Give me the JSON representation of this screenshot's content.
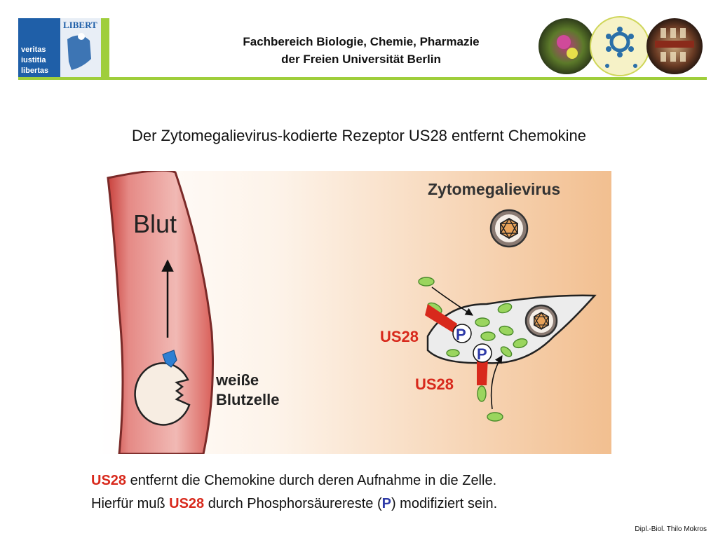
{
  "header": {
    "logo_text": [
      "veritas",
      "iustitia",
      "libertas"
    ],
    "logo_banner": "LIBERT",
    "line1": "Fachbereich Biologie, Chemie, Pharmazie",
    "line2": "der Freien Universität Berlin"
  },
  "title": "Der Zytomegalievirus-kodierte Rezeptor US28 entfernt Chemokine",
  "figure": {
    "blood_label": "Blut",
    "virus_label": "Zytomegalievirus",
    "white_cell_label": [
      "weiße",
      "Blutzelle"
    ],
    "receptor_label_1": "US28",
    "receptor_label_2": "US28",
    "phospho_label_1": "P",
    "phospho_label_2": "P"
  },
  "caption": {
    "line1_term": "US28",
    "line1_rest": " entfernt die Chemokine durch deren Aufnahme in die Zelle.",
    "line2_pre": "Hierfür muß ",
    "line2_term": "US28",
    "line2_mid": " durch Phosphorsäurereste (",
    "line2_p": "P",
    "line2_end": ") modifiziert sein."
  },
  "credit": "Dipl.-Biol. Thilo Mokros",
  "colors": {
    "fu_blue": "#1f5fa8",
    "accent_green": "#9fce3b",
    "us28_red": "#d8291c",
    "phospho_blue": "#2e3aa8",
    "blood_red": "#e58a86"
  }
}
